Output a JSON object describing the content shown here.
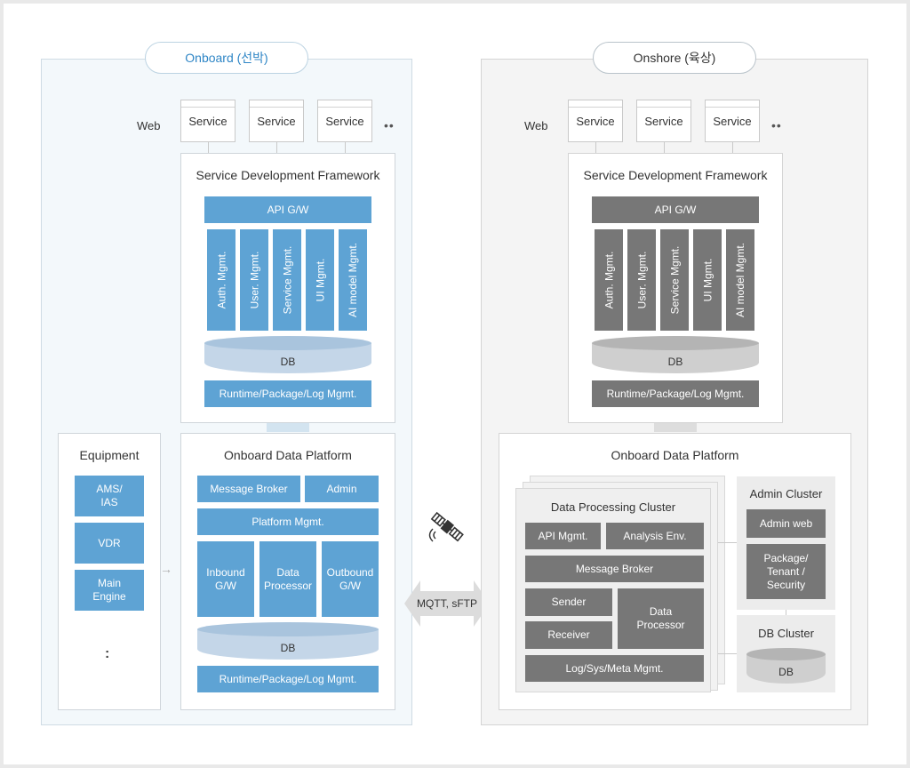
{
  "onboard": {
    "title": "Onboard (선박)",
    "web_label": "Web",
    "services": [
      "Service",
      "Service",
      "Service"
    ],
    "more": "••",
    "sdf": {
      "title": "Service Development Framework",
      "api_gw": "API G/W",
      "modules": [
        "Auth. Mgmt.",
        "User. Mgmt.",
        "Service Mgmt.",
        "UI Mgmt.",
        "AI model Mgmt."
      ],
      "db": "DB",
      "runtime": "Runtime/Package/Log Mgmt."
    },
    "equipment": {
      "title": "Equipment",
      "items": [
        "AMS/\nIAS",
        "VDR",
        "Main\nEngine"
      ],
      "more": ":"
    },
    "arrow": "→",
    "odp": {
      "title": "Onboard Data Platform",
      "message_broker": "Message Broker",
      "admin": "Admin",
      "platform_mgmt": "Platform Mgmt.",
      "inbound": "Inbound\nG/W",
      "data_processor": "Data\nProcessor",
      "outbound": "Outbound\nG/W",
      "db": "DB",
      "runtime": "Runtime/Package/Log Mgmt."
    }
  },
  "link": {
    "protocol": "MQTT, sFTP"
  },
  "onshore": {
    "title": "Onshore (육상)",
    "web_label": "Web",
    "services": [
      "Service",
      "Service",
      "Service"
    ],
    "more": "••",
    "sdf": {
      "title": "Service Development Framework",
      "api_gw": "API G/W",
      "modules": [
        "Auth. Mgmt.",
        "User. Mgmt.",
        "Service Mgmt.",
        "UI Mgmt.",
        "AI model Mgmt."
      ],
      "db": "DB",
      "runtime": "Runtime/Package/Log Mgmt."
    },
    "odp": {
      "title": "Onboard Data Platform",
      "cluster": {
        "title": "Data Processing Cluster",
        "api_mgmt": "API Mgmt.",
        "analysis_env": "Analysis Env.",
        "message_broker": "Message Broker",
        "sender": "Sender",
        "receiver": "Receiver",
        "data_processor": "Data\nProcessor",
        "log_mgmt": "Log/Sys/Meta Mgmt."
      },
      "admin_cluster": {
        "title": "Admin Cluster",
        "admin_web": "Admin web",
        "package": "Package/\nTenant /\nSecurity"
      },
      "db_cluster": {
        "title": "DB Cluster",
        "db": "DB"
      }
    }
  },
  "colors": {
    "onboard_accent": "#5ea3d4",
    "onshore_accent": "#777777",
    "onboard_title": "#2f86c6"
  }
}
